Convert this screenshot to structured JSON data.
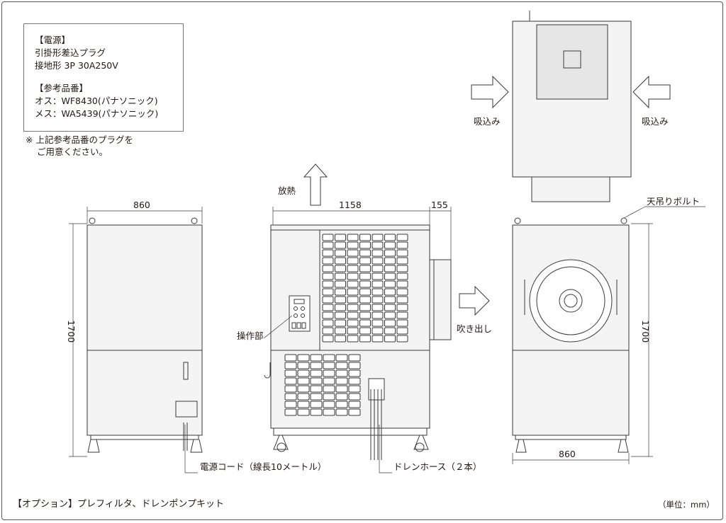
{
  "power_box": {
    "heading": "【電源】",
    "plug_type": "引掛形差込プラグ",
    "plug_spec": "接地形 3P 30A250V",
    "ref_heading": "【参考品番】",
    "male": "オス：WF8430(パナソニック)",
    "female": "メス：WA5439(パナソニック)"
  },
  "note": {
    "line1": "※ 上記参考品番のプラグを",
    "line2": "ご用意ください。"
  },
  "dimensions": {
    "front_width": "860",
    "front_height": "1700",
    "side_width": "1158",
    "duct_depth": "155",
    "rear_width": "860",
    "rear_height": "1700"
  },
  "labels": {
    "heat": "放熱",
    "intake_left": "吸込み",
    "intake_right": "吸込み",
    "outlet": "吹き出し",
    "control": "操作部",
    "ceiling_bolt": "天吊りボルト",
    "power_cord": "電源コード（線長10メートル）",
    "drain_hose": "ドレンホース（２本）"
  },
  "footer": {
    "options": "【オプション】プレフィルタ、ドレンポンプキット",
    "unit": "（単位：mm）"
  },
  "colors": {
    "line": "#3a3a3a",
    "panel": "#f2f2f2",
    "grille": "#ffffff"
  }
}
